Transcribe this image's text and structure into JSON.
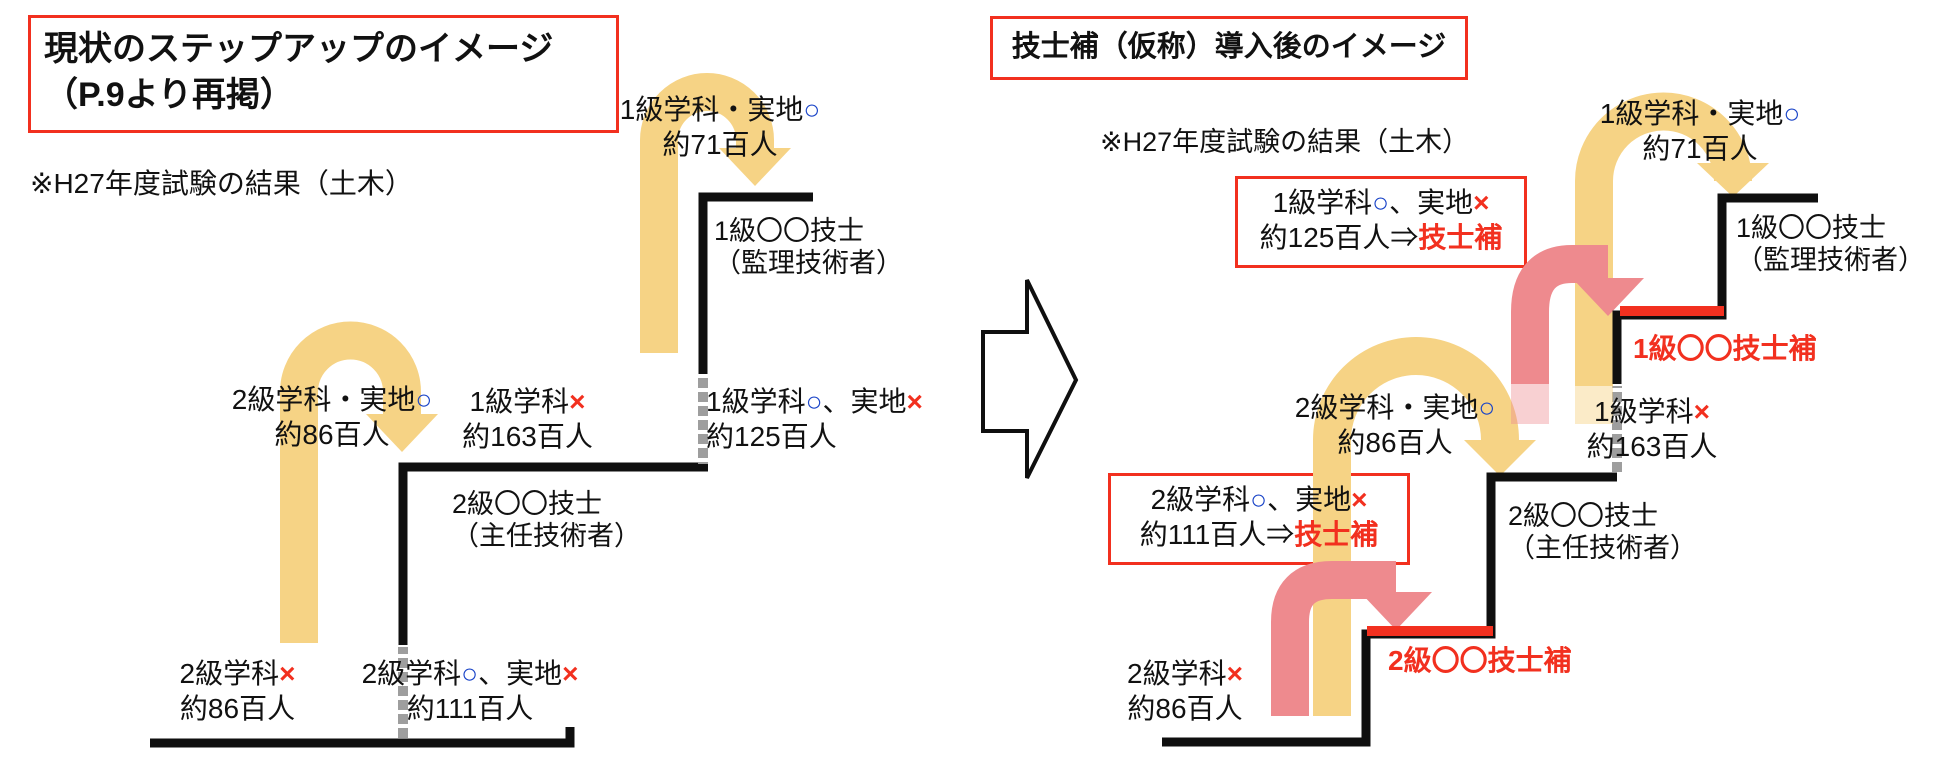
{
  "colors": {
    "yellow": "#F6D385",
    "yellow_fade": "#FAEAC6",
    "pink": "#EE8A8E",
    "pink_fade": "#F7CDD0",
    "red": "#F2301F",
    "blue": "#1B45C8",
    "black": "#0F0F0F",
    "hatch_gray": "#9E9E9E"
  },
  "left": {
    "title_line1": "現状のステップアップのイメージ",
    "title_line2": "（P.9より再掲）",
    "note": "※H27年度試験の結果（土木）",
    "flow_top": {
      "text": "1級学科・実地",
      "mark": "○",
      "count": "約71百人"
    },
    "step_top": {
      "line1": "1級〇〇技士",
      "line2": "（監理技術者）"
    },
    "flow_mid": {
      "text": "2級学科・実地",
      "mark": "○",
      "count": "約86百人"
    },
    "fail_1k": {
      "text": "1級学科",
      "mark": "×",
      "count": "約163百人"
    },
    "partial_1k": {
      "a": "1級学科",
      "mark_a": "○",
      "b": "、実地",
      "mark_b": "×",
      "count": "約125百人"
    },
    "step_mid": {
      "line1": "2級〇〇技士",
      "line2": "（主任技術者）"
    },
    "fail_2k": {
      "text": "2級学科",
      "mark": "×",
      "count": "約86百人"
    },
    "partial_2k": {
      "a": "2級学科",
      "mark_a": "○",
      "b": "、実地",
      "mark_b": "×",
      "count": "約111百人"
    }
  },
  "right": {
    "title": "技士補（仮称）導入後のイメージ",
    "note": "※H27年度試験の結果（土木）",
    "flow_top": {
      "text": "1級学科・実地",
      "mark": "○",
      "count": "約71百人"
    },
    "step_top": {
      "line1": "1級〇〇技士",
      "line2": "（監理技術者）"
    },
    "box_1kyu": {
      "a": "1級学科",
      "mark_a": "○",
      "b": "、実地",
      "mark_b": "×",
      "count_pre": "約125百人⇒",
      "count_red": "技士補"
    },
    "hosu_1kyu": "1級〇〇技士補",
    "fail_1k": {
      "text": "1級学科",
      "mark": "×",
      "count": "約163百人"
    },
    "flow_mid": {
      "text": "2級学科・実地",
      "mark": "○",
      "count": "約86百人"
    },
    "box_2kyu": {
      "a": "2級学科",
      "mark_a": "○",
      "b": "、実地",
      "mark_b": "×",
      "count_pre": "約111百人⇒",
      "count_red": "技士補"
    },
    "step_mid": {
      "line1": "2級〇〇技士",
      "line2": "（主任技術者）"
    },
    "fail_2k": {
      "text": "2級学科",
      "mark": "×",
      "count": "約86百人"
    },
    "hosu_2kyu": "2級〇〇技士補"
  }
}
